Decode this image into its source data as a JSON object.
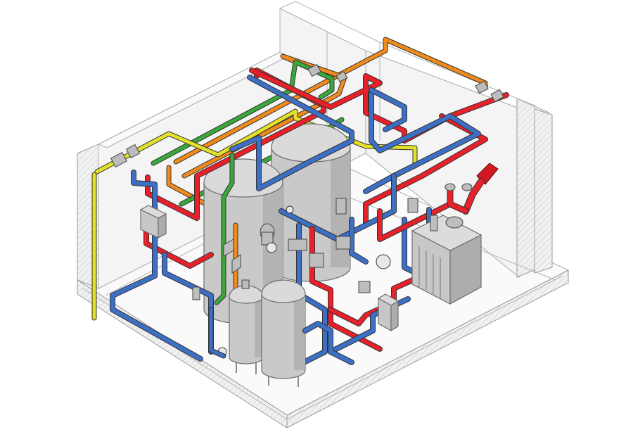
{
  "scene": {
    "kind": "isometric-plumbing-room",
    "pipe_colors": {
      "supply_hot": "#e8202a",
      "return": "#3d6fc4",
      "yellow_line": "#e2e02a",
      "green_line": "#3aa83a",
      "orange_line": "#f08a1c",
      "equipment_gray": "#c8c8c8",
      "wall_outline": "#a8a8a8"
    },
    "equipment": [
      {
        "name": "large-storage-tank-left",
        "icon": "cylinder-tank"
      },
      {
        "name": "large-storage-tank-right",
        "icon": "cylinder-tank"
      },
      {
        "name": "expansion-tank-small",
        "icon": "cylinder-tank"
      },
      {
        "name": "expansion-tank-large",
        "icon": "cylinder-tank"
      },
      {
        "name": "boiler-unit",
        "icon": "boiler-box"
      },
      {
        "name": "control-box-left",
        "icon": "control-box"
      },
      {
        "name": "control-box-front",
        "icon": "control-box"
      },
      {
        "name": "flue-outlet",
        "icon": "red-flue"
      }
    ]
  }
}
